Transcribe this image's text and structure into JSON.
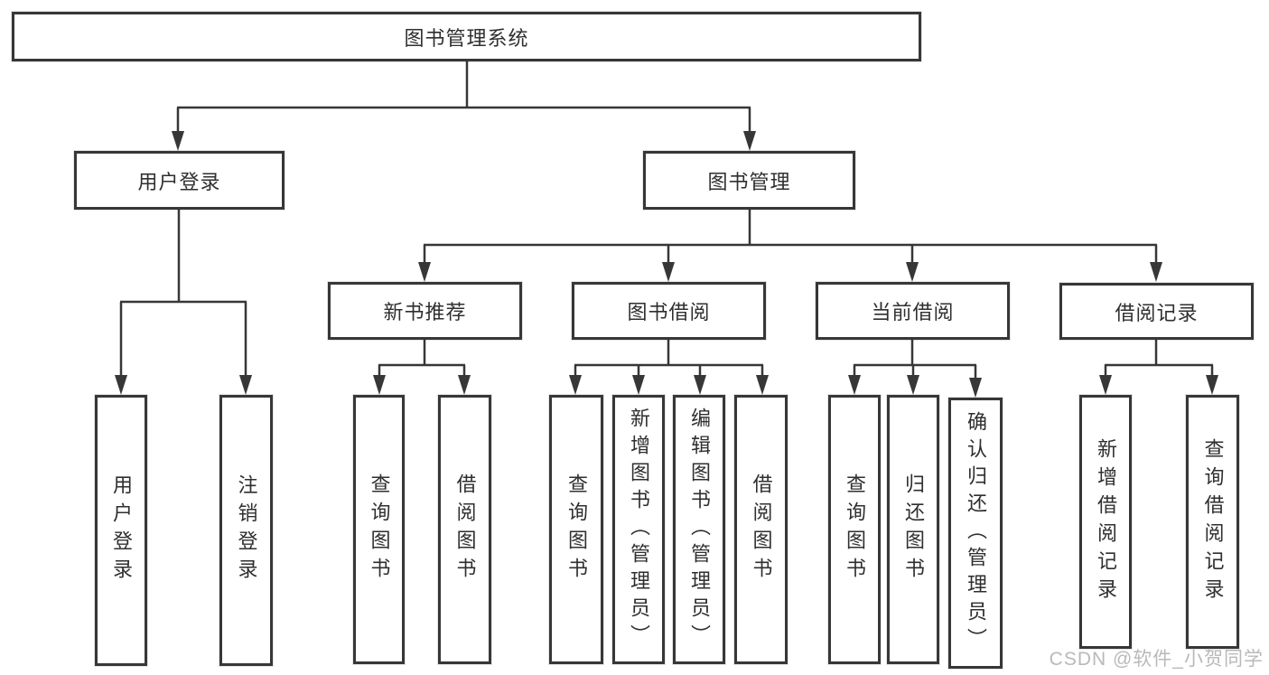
{
  "tree": {
    "root": {
      "label": "图书管理系统",
      "children": [
        {
          "label": "用户登录",
          "children": [
            {
              "label": "用户登录"
            },
            {
              "label": "注销登录"
            }
          ]
        },
        {
          "label": "图书管理",
          "children": [
            {
              "label": "新书推荐",
              "children": [
                {
                  "label": "查询图书"
                },
                {
                  "label": "借阅图书"
                }
              ]
            },
            {
              "label": "图书借阅",
              "children": [
                {
                  "label": "查询图书"
                },
                {
                  "label": "新增图书（管理员）"
                },
                {
                  "label": "编辑图书（管理员）"
                },
                {
                  "label": "借阅图书"
                }
              ]
            },
            {
              "label": "当前借阅",
              "children": [
                {
                  "label": "查询图书"
                },
                {
                  "label": "归还图书"
                },
                {
                  "label": "确认归还（管理员）"
                }
              ]
            },
            {
              "label": "借阅记录",
              "children": [
                {
                  "label": "新增借阅记录"
                },
                {
                  "label": "查询借阅记录"
                }
              ]
            }
          ]
        }
      ]
    }
  },
  "watermark": {
    "text": "CSDN @软件_小贺同学"
  },
  "colors": {
    "line": "#373737",
    "node_text": "#2f2f2f",
    "watermark_text": "#b9b9b9",
    "background": "#ffffff"
  }
}
